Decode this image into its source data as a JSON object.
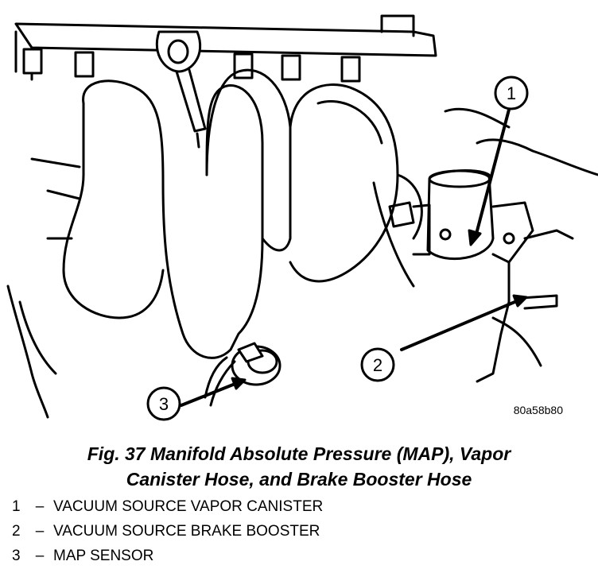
{
  "figure": {
    "reference_code": "80a58b80",
    "callouts": [
      "1",
      "2",
      "3"
    ]
  },
  "caption": {
    "line1": "Fig. 37 Manifold Absolute Pressure (MAP), Vapor",
    "line2": "Canister Hose, and Brake Booster Hose"
  },
  "legend": [
    {
      "number": "1",
      "dash": "–",
      "text": "VACUUM SOURCE VAPOR CANISTER"
    },
    {
      "number": "2",
      "dash": "–",
      "text": "VACUUM SOURCE BRAKE BOOSTER"
    },
    {
      "number": "3",
      "dash": "–",
      "text": "MAP SENSOR"
    }
  ]
}
